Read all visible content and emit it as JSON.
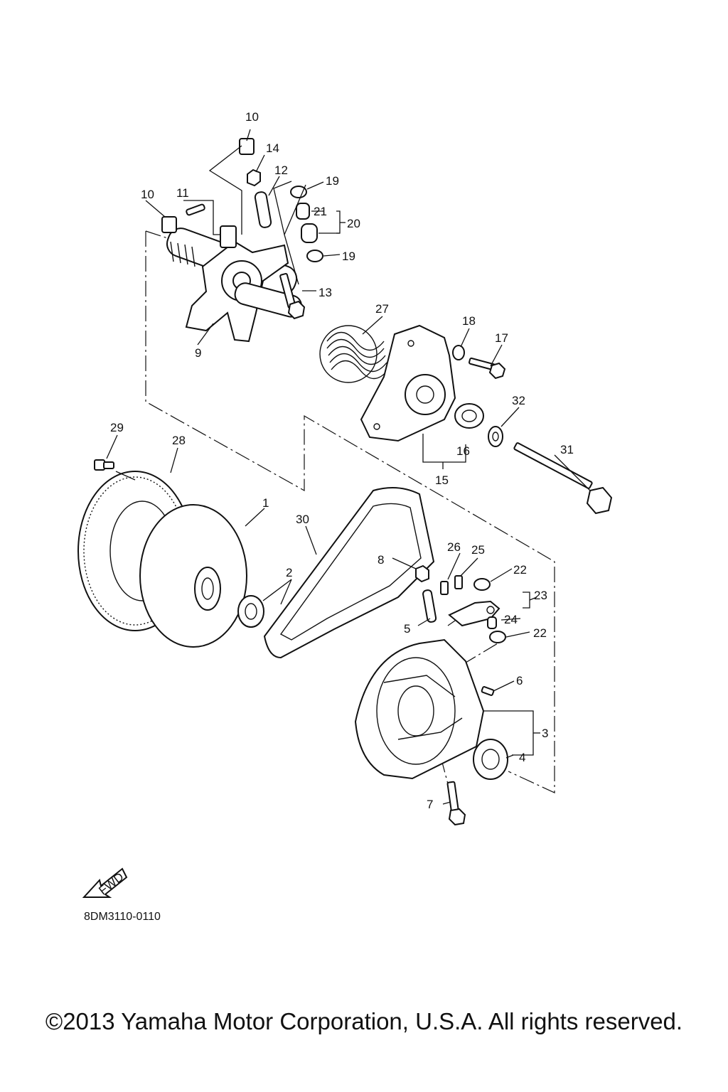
{
  "diagram": {
    "callouts": [
      "1",
      "2",
      "3",
      "4",
      "5",
      "6",
      "7",
      "8",
      "9",
      "10",
      "10",
      "11",
      "12",
      "13",
      "14",
      "15",
      "16",
      "17",
      "18",
      "19",
      "19",
      "20",
      "21",
      "22",
      "22",
      "23",
      "24",
      "25",
      "26",
      "27",
      "28",
      "29",
      "30",
      "31",
      "32"
    ],
    "fwd_label": "FWD",
    "drawing_code": "8DM3110-0110"
  },
  "footer": {
    "copyright": "©2013 Yamaha Motor Corporation, U.S.A. All rights reserved."
  }
}
